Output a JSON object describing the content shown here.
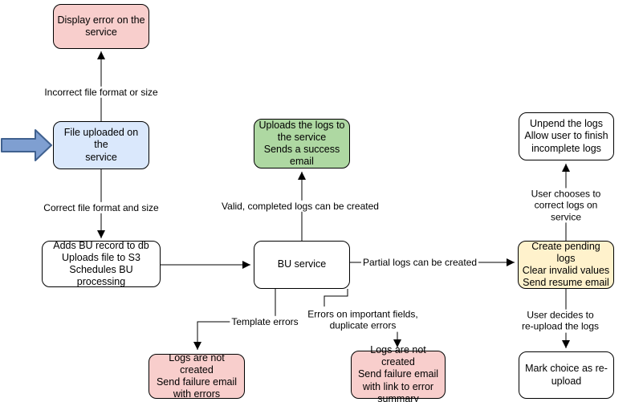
{
  "colors": {
    "line": "#000000",
    "node_border": "#000000",
    "pink": "#f8cecc",
    "blue": "#dae8fc",
    "green": "#aed8a2",
    "yellow": "#fff2cc",
    "white": "#ffffff",
    "entry_arrow_fill": "#7f9fd1",
    "entry_arrow_stroke": "#40618f"
  },
  "nodes": {
    "display_error": {
      "text": "Display error on the\nservice",
      "fill": "#f8cecc"
    },
    "file_uploaded": {
      "text": "File uploaded on the\nservice",
      "fill": "#dae8fc"
    },
    "adds_bu": {
      "text": "Adds BU record to db\nUploads file to S3\nSchedules BU processing",
      "fill": "#ffffff"
    },
    "bu_service": {
      "text": "BU service",
      "fill": "#ffffff"
    },
    "uploads_logs": {
      "text": "Uploads the logs to\nthe service\nSends a success\nemail",
      "fill": "#aed8a2"
    },
    "create_pending": {
      "text": "Create pending logs\nClear invalid values\nSend resume email",
      "fill": "#fff2cc"
    },
    "unpend": {
      "text": "Unpend the logs\nAllow user to finish\nincomplete logs",
      "fill": "#ffffff"
    },
    "mark_choice": {
      "text": "Mark choice as re-\nupload",
      "fill": "#ffffff"
    },
    "logs_failure_errors": {
      "text": "Logs are not created\nSend failure email\nwith errors",
      "fill": "#f8cecc"
    },
    "logs_failure_summary": {
      "text": "Logs are not created\nSend failure email\nwith link to error\nsummary",
      "fill": "#f8cecc"
    }
  },
  "edge_labels": {
    "incorrect": "Incorrect file format or size",
    "correct": "Correct file format and size",
    "valid": "Valid, completed logs can be created",
    "partial": "Partial logs can be created",
    "template": "Template errors",
    "errors_fields": "Errors on important fields,\nduplicate errors",
    "user_correct": "User chooses to correct logs on service",
    "user_reupload": "User decides to re-upload the logs"
  }
}
